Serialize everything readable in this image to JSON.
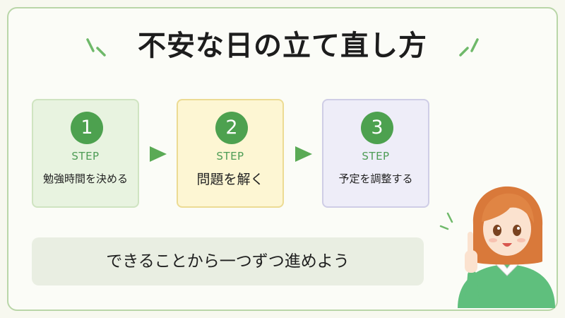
{
  "title": "不安な日の立て直し方",
  "steps": [
    {
      "number": "1",
      "step_word": "STEP",
      "label": "勉強時間を決める"
    },
    {
      "number": "2",
      "step_word": "STEP",
      "label": "問題を解く"
    },
    {
      "number": "3",
      "step_word": "STEP",
      "label": "予定を調整する"
    }
  ],
  "banner_text": "できることから一つずつ進めよう",
  "colors": {
    "accent_green": "#4da14f",
    "step1_bg": "#e8f3e0",
    "step2_bg": "#fdf6d3",
    "step3_bg": "#eeedf8",
    "frame_border": "#b9d6a8"
  },
  "icons": [
    "accent-dash-icon",
    "arrow-right-icon",
    "girl-illustration"
  ]
}
